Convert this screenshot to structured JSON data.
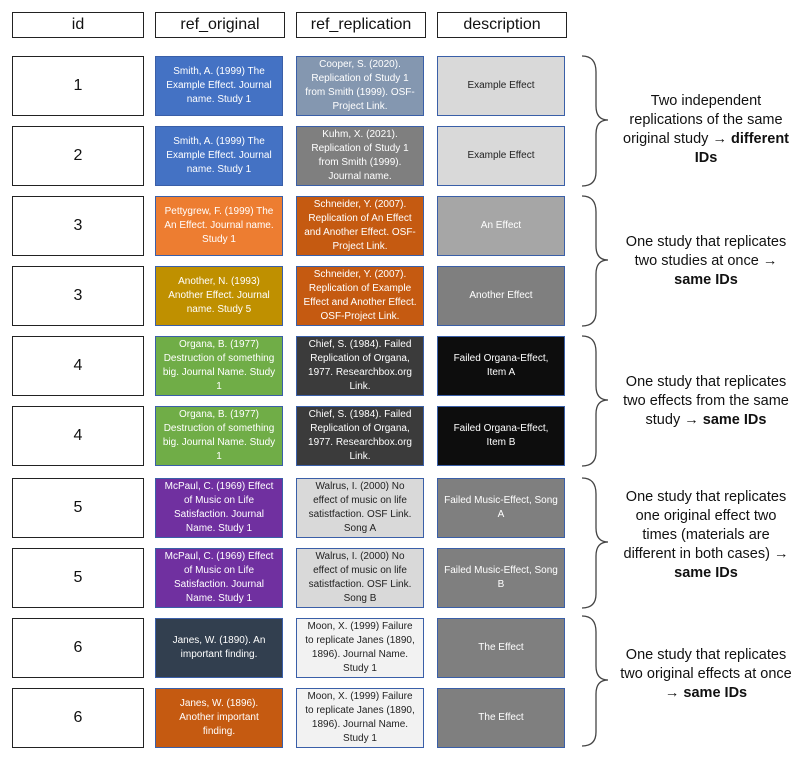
{
  "headers": [
    "id",
    "ref_original",
    "ref_replication",
    "description"
  ],
  "rows": [
    {
      "id": "1",
      "original": {
        "text": "Smith, A. (1999) The Example Effect. Journal name. Study 1",
        "bg": "#4472c4",
        "fg": "#ffffff"
      },
      "replication": {
        "text": "Cooper, S. (2020). Replication of Study 1 from Smith (1999). OSF-Project Link.",
        "bg": "#8497b0",
        "fg": "#ffffff"
      },
      "description": {
        "text": "Example Effect",
        "bg": "#d9d9d9",
        "fg": "#222222"
      }
    },
    {
      "id": "2",
      "original": {
        "text": "Smith, A. (1999) The Example Effect. Journal name. Study 1",
        "bg": "#4472c4",
        "fg": "#ffffff"
      },
      "replication": {
        "text": "Kuhm, X. (2021). Replication of Study 1 from Smith (1999). Journal name.",
        "bg": "#7f7f7f",
        "fg": "#ffffff"
      },
      "description": {
        "text": "Example Effect",
        "bg": "#d9d9d9",
        "fg": "#222222"
      }
    },
    {
      "id": "3",
      "original": {
        "text": "Pettygrew, F. (1999) The An Effect. Journal name. Study 1",
        "bg": "#ed7d31",
        "fg": "#ffffff"
      },
      "replication": {
        "text": "Schneider, Y. (2007). Replication of An Effect and Another Effect. OSF-Project Link.",
        "bg": "#c55a11",
        "fg": "#ffffff"
      },
      "description": {
        "text": "An Effect",
        "bg": "#a6a6a6",
        "fg": "#ffffff"
      }
    },
    {
      "id": "3",
      "original": {
        "text": "Another, N. (1993) Another Effect. Journal name. Study 5",
        "bg": "#bf9000",
        "fg": "#ffffff"
      },
      "replication": {
        "text": "Schneider, Y. (2007). Replication of Example Effect and Another Effect. OSF-Project Link.",
        "bg": "#c55a11",
        "fg": "#ffffff"
      },
      "description": {
        "text": "Another Effect",
        "bg": "#7f7f7f",
        "fg": "#ffffff"
      }
    },
    {
      "id": "4",
      "original": {
        "text": "Organa, B. (1977) Destruction of something big. Journal Name. Study 1",
        "bg": "#70ad47",
        "fg": "#ffffff"
      },
      "replication": {
        "text": "Chief, S. (1984). Failed Replication of Organa, 1977. Researchbox.org Link.",
        "bg": "#3b3b3b",
        "fg": "#ffffff"
      },
      "description": {
        "text": "Failed Organa-Effect, Item A",
        "bg": "#0d0d0d",
        "fg": "#ffffff"
      }
    },
    {
      "id": "4",
      "original": {
        "text": "Organa, B. (1977) Destruction of something big. Journal Name. Study 1",
        "bg": "#70ad47",
        "fg": "#ffffff"
      },
      "replication": {
        "text": "Chief, S. (1984). Failed Replication of Organa, 1977. Researchbox.org Link.",
        "bg": "#3b3b3b",
        "fg": "#ffffff"
      },
      "description": {
        "text": "Failed Organa-Effect, Item B",
        "bg": "#0d0d0d",
        "fg": "#ffffff"
      }
    },
    {
      "id": "5",
      "original": {
        "text": "McPaul, C. (1969) Effect of Music on Life Satisfaction. Journal Name. Study 1",
        "bg": "#7030a0",
        "fg": "#ffffff"
      },
      "replication": {
        "text": "Walrus, I. (2000) No effect of music on life satistfaction. OSF Link. Song A",
        "bg": "#d9d9d9",
        "fg": "#222222"
      },
      "description": {
        "text": "Failed Music-Effect, Song A",
        "bg": "#7f7f7f",
        "fg": "#ffffff"
      }
    },
    {
      "id": "5",
      "original": {
        "text": "McPaul, C. (1969) Effect of Music on Life Satisfaction. Journal Name. Study 1",
        "bg": "#7030a0",
        "fg": "#ffffff"
      },
      "replication": {
        "text": "Walrus, I. (2000) No effect of music on life satistfaction. OSF Link. Song B",
        "bg": "#d9d9d9",
        "fg": "#222222"
      },
      "description": {
        "text": "Failed Music-Effect, Song B",
        "bg": "#7f7f7f",
        "fg": "#ffffff"
      }
    },
    {
      "id": "6",
      "original": {
        "text": "Janes, W. (1890). An important finding.",
        "bg": "#323f4f",
        "fg": "#ffffff"
      },
      "replication": {
        "text": "Moon, X. (1999) Failure to replicate Janes (1890, 1896). Journal Name. Study 1",
        "bg": "#f2f2f2",
        "fg": "#222222"
      },
      "description": {
        "text": "The Effect",
        "bg": "#7f7f7f",
        "fg": "#ffffff"
      }
    },
    {
      "id": "6",
      "original": {
        "text": "Janes, W. (1896). Another important finding.",
        "bg": "#c55a11",
        "fg": "#ffffff"
      },
      "replication": {
        "text": "Moon, X. (1999) Failure to replicate Janes (1890, 1896). Journal Name. Study 1",
        "bg": "#f2f2f2",
        "fg": "#222222"
      },
      "description": {
        "text": "The Effect",
        "bg": "#7f7f7f",
        "fg": "#ffffff"
      }
    }
  ],
  "annotations": [
    {
      "text": "Two independent replications of the same original study",
      "arrow": "→",
      "bold": "different IDs"
    },
    {
      "text": "One study that replicates two studies at once",
      "arrow": "→",
      "bold": "same IDs"
    },
    {
      "text": "One study that replicates two effects from the same study",
      "arrow": "→",
      "bold": "same IDs"
    },
    {
      "text": "One study that replicates one original effect two times (materials are different in both cases)",
      "arrow": "→",
      "bold": "same IDs"
    },
    {
      "text": "One study that replicates two original effects at once",
      "arrow": "→",
      "bold": "same IDs"
    }
  ]
}
